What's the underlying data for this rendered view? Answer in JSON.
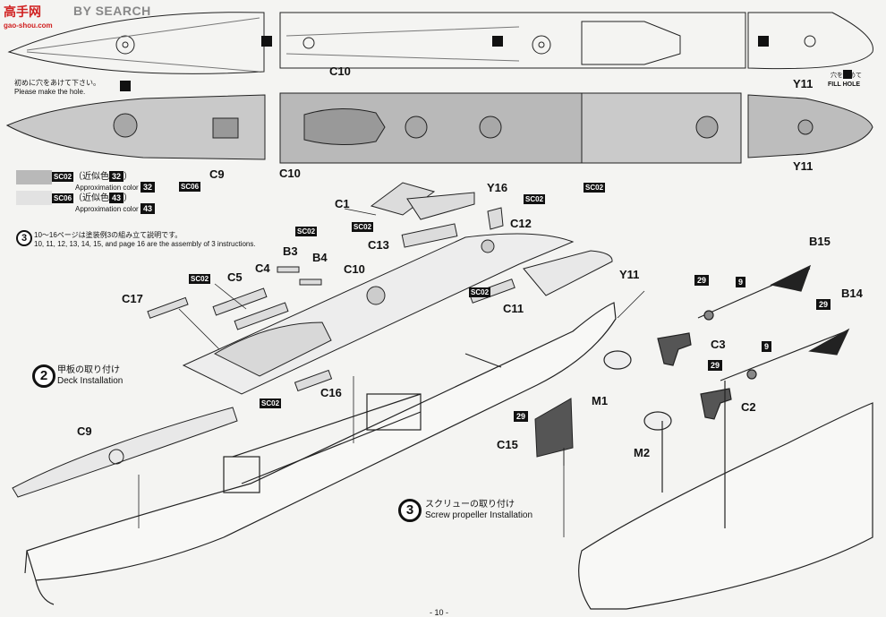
{
  "watermark": {
    "site_cn": "高手网",
    "search_text": "BY SEARCH",
    "site_url": "gao-shou.com"
  },
  "parts": {
    "c10_top": "C10",
    "y11_top": "Y11",
    "c9_mid": "C9",
    "c10_mid": "C10",
    "y11_mid": "Y11",
    "c1": "C1",
    "y16": "Y16",
    "c12": "C12",
    "c13": "C13",
    "b3": "B3",
    "b4": "B4",
    "c5": "C5",
    "c4": "C4",
    "c10_main": "C10",
    "y11_main": "Y11",
    "c17": "C17",
    "c11": "C11",
    "c16": "C16",
    "c9_bottom": "C9",
    "b15": "B15",
    "b14": "B14",
    "c3": "C3",
    "c2": "C2",
    "m1": "M1",
    "m2": "M2",
    "c15": "C15"
  },
  "paint_codes": {
    "sc02": "SC02",
    "sc06": "SC06"
  },
  "paint_numbers": {
    "n29": "29",
    "n9": "9"
  },
  "notes": {
    "hole_jp": "初めに穴をあけて下さい。",
    "hole_en": "Please make the hole.",
    "fill_jp": "穴をうめて",
    "fill_en": "FILL HOLE"
  },
  "legend": {
    "sc02_jp": "（近似色",
    "sc02_num": "32",
    "sc02_close": "）",
    "sc02_en": "Approximation color",
    "sc06_jp": "（近似色",
    "sc06_num": "43",
    "sc06_close": "）",
    "sc06_en": "Approximation color",
    "sc02_color": "#b9b9b9",
    "sc06_color": "#e2e2e2"
  },
  "note3": {
    "num": "3",
    "jp": "10～16ページは塗装例",
    "jp_tail": "の組み立て説明です。",
    "en": "10, 11, 12, 13, 14, 15, and page 16 are the assembly of",
    "en_tail": "instructions."
  },
  "steps": {
    "deck": {
      "num": "2",
      "jp": "甲板の取り付け",
      "en": "Deck Installation"
    },
    "screw": {
      "num": "3",
      "jp": "スクリューの取り付け",
      "en": "Screw propeller Installation"
    }
  },
  "page_number": "- 10 -"
}
